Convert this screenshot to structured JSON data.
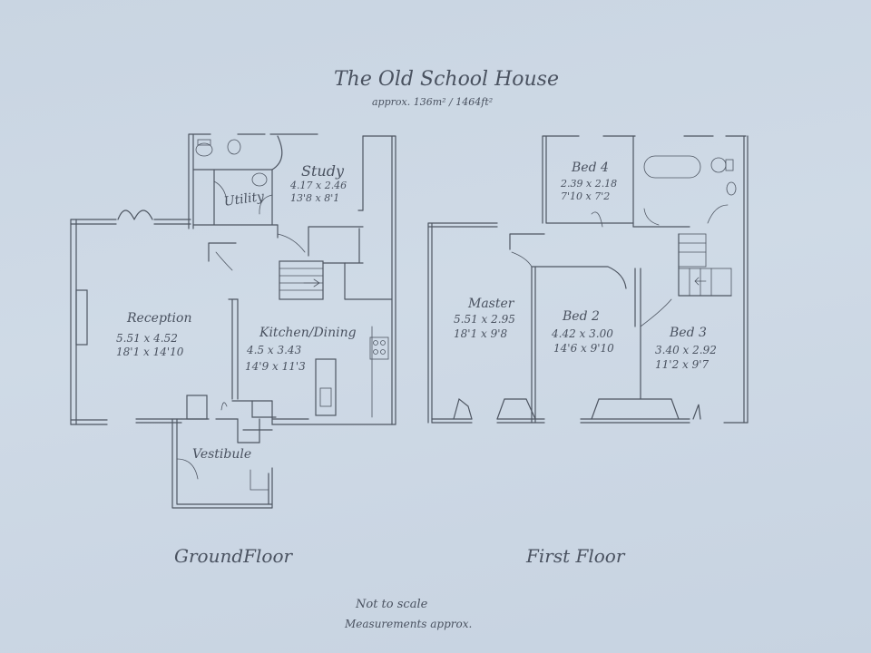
{
  "header": {
    "title": "The Old School House",
    "area": "approx. 136m² / 1464ft²"
  },
  "ground_floor": {
    "label": "GroundFloor",
    "rooms": [
      {
        "name": "Study",
        "metric": "4.17 x 2.46",
        "imperial": "13'8 x 8'1"
      },
      {
        "name": "Utility"
      },
      {
        "name": "Reception",
        "metric": "5.51 x 4.52",
        "imperial": "18'1 x 14'10"
      },
      {
        "name": "Kitchen/Dining",
        "metric": "4.5 x 3.43",
        "imperial": "14'9 x 11'3"
      },
      {
        "name": "Vestibule"
      }
    ]
  },
  "first_floor": {
    "label": "First Floor",
    "rooms": [
      {
        "name": "Bed 4",
        "metric": "2.39 x 2.18",
        "imperial": "7'10 x 7'2"
      },
      {
        "name": "Master",
        "metric": "5.51 x 2.95",
        "imperial": "18'1 x 9'8"
      },
      {
        "name": "Bed 2",
        "metric": "4.42 x 3.00",
        "imperial": "14'6 x 9'10"
      },
      {
        "name": "Bed 3",
        "metric": "3.40 x 2.92",
        "imperial": "11'2 x 9'7"
      }
    ]
  },
  "footer": {
    "line1": "Not to scale",
    "line2": "Measurements approx."
  }
}
